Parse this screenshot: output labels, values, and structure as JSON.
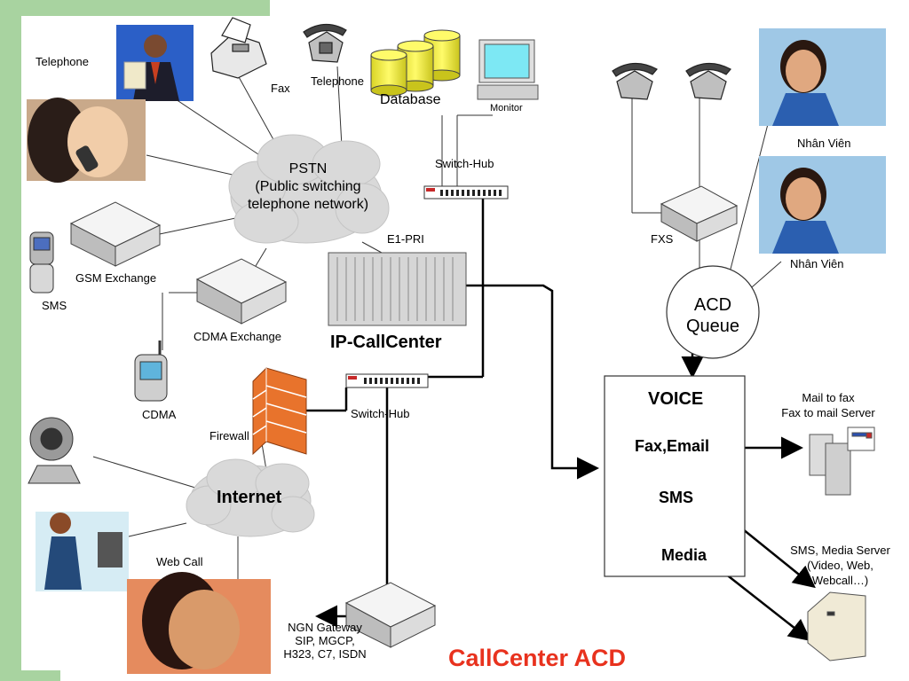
{
  "labels": {
    "telephone_left": "Telephone",
    "fax": "Fax",
    "telephone_top": "Telephone",
    "database": "Database",
    "monitor": "Monitor",
    "switch_hub_top": "Switch-Hub",
    "pstn_title": "PSTN",
    "pstn_line2": "(Public switching",
    "pstn_line3": "telephone network)",
    "e1_pri": "E1-PRI",
    "gsm_exchange": "GSM Exchange",
    "sms": "SMS",
    "cdma_exchange": "CDMA Exchange",
    "ip_callcenter": "IP-CallCenter",
    "cdma": "CDMA",
    "firewall": "Firewall",
    "switch_hub_mid": "Switch-Hub",
    "internet": "Internet",
    "web_call": "Web Call",
    "ngn_line1": "NGN Gateway",
    "ngn_line2": "SIP, MGCP,",
    "ngn_line3": "H323, C7, ISDN",
    "title": "CallCenter ACD",
    "fxs": "FXS",
    "nhan_vien_1": "Nhân Viên",
    "nhan_vien_2": "Nhân Viên",
    "acd_line1": "ACD",
    "acd_line2": "Queue",
    "voice": "VOICE",
    "fax_email": "Fax,Email",
    "sms_box": "SMS",
    "media": "Media",
    "mail_line1": "Mail to fax",
    "mail_line2": "Fax to mail Server",
    "sms_server_line1": "SMS, Media Server",
    "sms_server_line2": "(Video, Web,",
    "sms_server_line3": "Webcall…)"
  },
  "colors": {
    "side_bar": "#a8d3a0",
    "title_red": "#e8321e",
    "cloud": "#d9d9d9",
    "database_yellow": "#f2ee3a",
    "firewall_orange": "#e8732c"
  },
  "icons": {
    "phones": "telephone-icon",
    "fax": "fax-icon",
    "database": "database-icon",
    "monitor": "monitor-icon",
    "exchange": "network-box-icon",
    "firewall": "firewall-icon",
    "server": "server-icon",
    "webcam": "webcam-icon",
    "mobile": "mobile-phone-icon"
  }
}
